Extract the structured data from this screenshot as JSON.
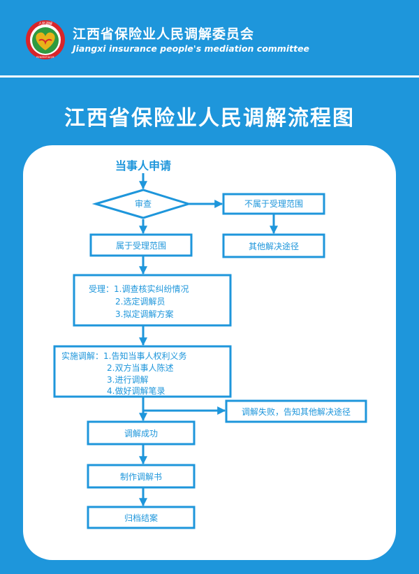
{
  "header": {
    "org_name_cn": "江西省保险业人民调解委员会",
    "org_name_en": "Jiangxi insurance people's mediation committee",
    "logo": {
      "name": "mediation-committee-logo-icon",
      "top_text": "人民调解",
      "bottom_text": "RENMINTIAOJIE"
    }
  },
  "title": "江西省保险业人民调解流程图",
  "colors": {
    "background": "#1e96db",
    "panel": "#ffffff",
    "accent": "#1e96db",
    "logo_ring": "#d8252a",
    "logo_field": "#2f9a3f",
    "logo_heart": "#e8b21a"
  },
  "flow": {
    "start": "当事人申请",
    "review": "审查",
    "not_in_scope": "不属于受理范围",
    "other_channels": "其他解决途径",
    "in_scope": "属于受理范围",
    "accept": {
      "lines": [
        "受理：1.调查核实纠纷情况",
        "2.选定调解员",
        "3.拟定调解方案"
      ]
    },
    "implement": {
      "lines": [
        "实施调解：1.告知当事人权利义务",
        "2.双方当事人陈述",
        "3.进行调解",
        "4.做好调解笔录"
      ]
    },
    "failed": "调解失败，告知其他解决途径",
    "success": "调解成功",
    "make_document": "制作调解书",
    "archive": "归档结案"
  }
}
